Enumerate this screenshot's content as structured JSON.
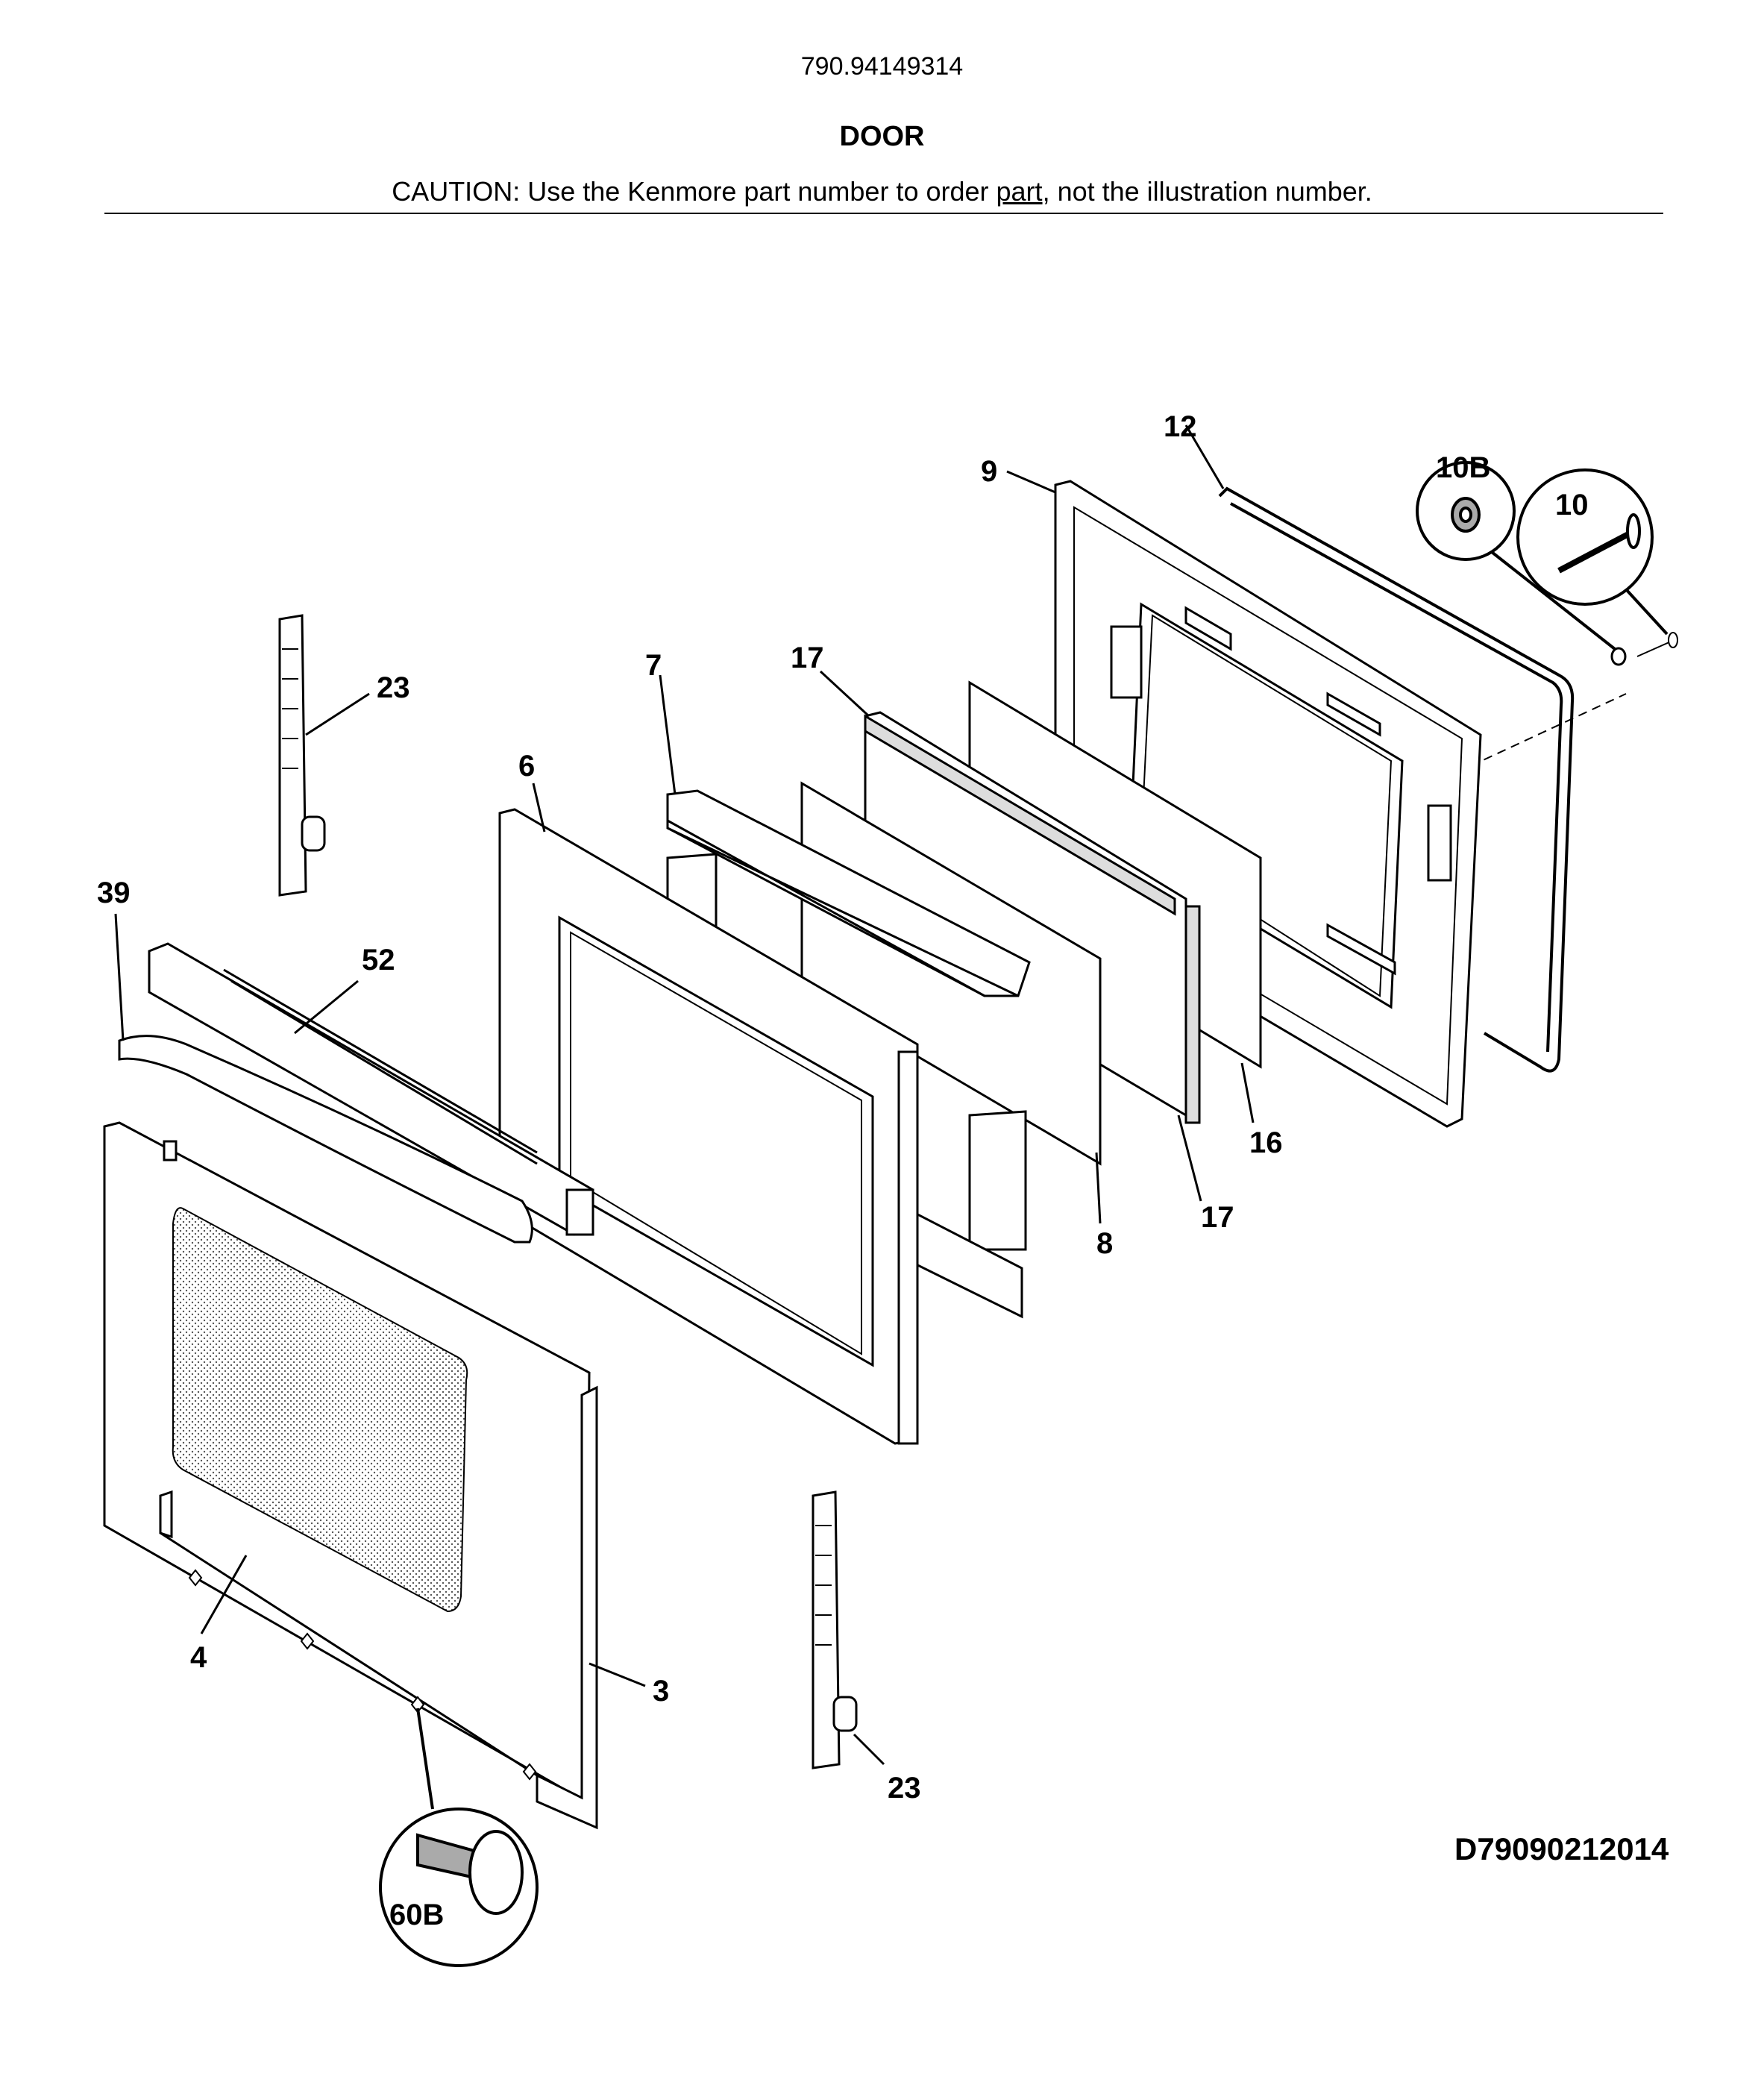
{
  "header": {
    "model_number": "790.94149314",
    "section_title": "DOOR",
    "caution_prefix": "CAUTION: Use the Kenmore part number to order ",
    "caution_link": "part",
    "caution_suffix": ", not the illustration number."
  },
  "callouts": {
    "c12": "12",
    "c9": "9",
    "c10B": "10B",
    "c10": "10",
    "c23_top": "23",
    "c7": "7",
    "c17_top": "17",
    "c6": "6",
    "c39": "39",
    "c52": "52",
    "c16": "16",
    "c17_bottom": "17",
    "c8": "8",
    "c4": "4",
    "c3": "3",
    "c23_bottom": "23",
    "c60B": "60B"
  },
  "footer": {
    "diagram_id": "D79090212014"
  }
}
